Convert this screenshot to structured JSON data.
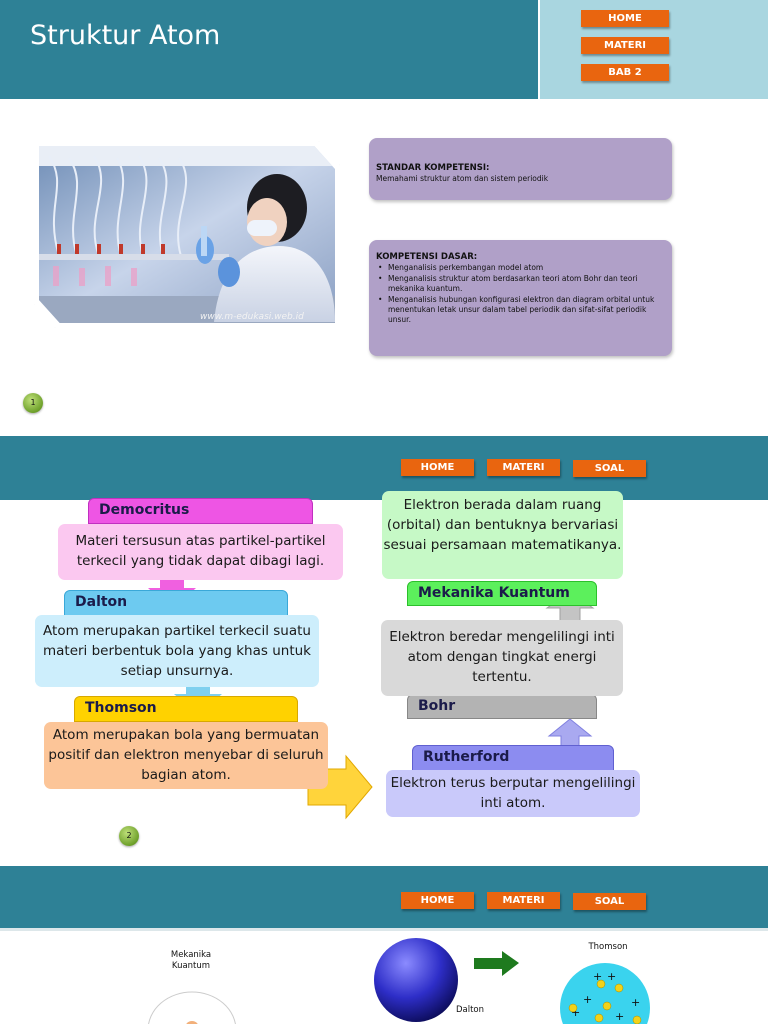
{
  "slide1": {
    "title": "Struktur Atom",
    "nav": {
      "home": "HOME",
      "materi": "MATERI",
      "bab": "BAB 2"
    },
    "watermark": "www.m-edukasi.web.id",
    "standar": {
      "heading": "STANDAR KOMPETENSI:",
      "text": "Memahami struktur atom dan sistem periodik"
    },
    "dasar": {
      "heading": "KOMPETENSI DASAR:",
      "items": [
        "Menganalisis  perkembangan model atom",
        "Menganalisis  struktur atom berdasarkan teori atom Bohr dan teori mekanika kuantum.",
        "Menganalisis hubungan konfigurasi elektron dan diagram orbital untuk menentukan letak unsur dalam tabel periodik dan  sifat-sifat periodik unsur."
      ]
    },
    "page": "1"
  },
  "slide2": {
    "nav": {
      "home": "HOME",
      "materi": "MATERI",
      "soal": "SOAL"
    },
    "democritus": {
      "name": "Democritus",
      "text": "Materi tersusun atas partikel-partikel terkecil yang tidak dapat dibagi lagi."
    },
    "dalton": {
      "name": "Dalton",
      "text": "Atom merupakan partikel terkecil suatu materi berbentuk bola yang khas untuk setiap unsurnya."
    },
    "thomson": {
      "name": "Thomson",
      "text": "Atom merupakan bola yang bermuatan positif dan elektron menyebar di seluruh bagian atom."
    },
    "rutherford": {
      "name": "Rutherford",
      "text": "Elektron terus berputar mengelilingi inti atom."
    },
    "bohr": {
      "name": "Bohr",
      "text": "Elektron beredar mengelilingi inti atom dengan tingkat energi tertentu."
    },
    "kuantum": {
      "name": "Mekanika Kuantum",
      "text": "Elektron berada dalam ruang (orbital) dan bentuknya bervariasi sesuai persamaan matematikanya."
    },
    "page": "2"
  },
  "slide3": {
    "nav": {
      "home": "HOME",
      "materi": "MATERI",
      "soal": "SOAL"
    },
    "label_kuantum": [
      "Mekanika",
      "Kuantum"
    ],
    "label_dalton": "Dalton",
    "label_thomson": "Thomson"
  },
  "colors": {
    "teal": "#2e8196",
    "light_teal": "#a9d6e0",
    "nav_orange": "#e9650f",
    "lilac_box": "#b0a0c8"
  }
}
